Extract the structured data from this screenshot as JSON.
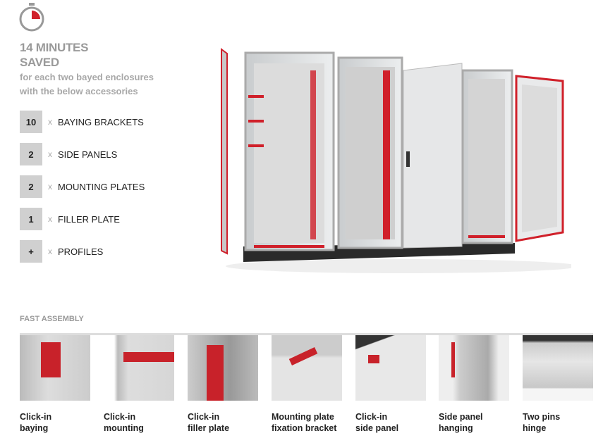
{
  "hero": {
    "headline_line1": "14 MINUTES",
    "headline_line2": "SAVED",
    "subtitle_line1": "for each two bayed enclosures",
    "subtitle_line2": "with the below accessories"
  },
  "multiplier": "x",
  "accessories": [
    {
      "qty": "10",
      "label": "BAYING BRACKETS"
    },
    {
      "qty": "2",
      "label": "SIDE PANELS"
    },
    {
      "qty": "2",
      "label": "MOUNTING PLATES"
    },
    {
      "qty": "1",
      "label": "FILLER PLATE"
    },
    {
      "qty": "+",
      "label": "PROFILES"
    }
  ],
  "section_title": "FAST ASSEMBLY",
  "features": [
    {
      "line1": "Click-in",
      "line2": "baying"
    },
    {
      "line1": "Click-in",
      "line2": "mounting"
    },
    {
      "line1": "Click-in",
      "line2": "filler plate"
    },
    {
      "line1": "Mounting plate",
      "line2": "fixation bracket"
    },
    {
      "line1": "Click-in",
      "line2": "side panel"
    },
    {
      "line1": "Side panel",
      "line2": "hanging"
    },
    {
      "line1": "Two pins",
      "line2": "hinge"
    }
  ],
  "colors": {
    "accent": "#d0202a",
    "muted": "#9a9a9a",
    "box": "#d0d0d0"
  }
}
